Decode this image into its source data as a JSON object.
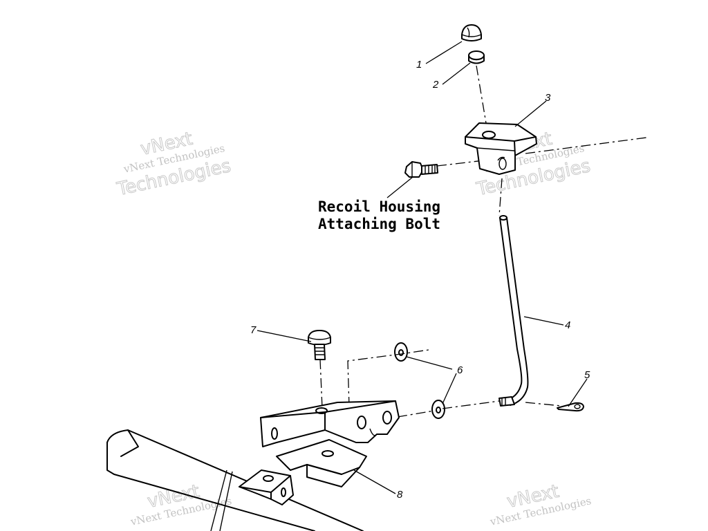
{
  "diagram": {
    "callouts": [
      "1",
      "2",
      "3",
      "4",
      "5",
      "6",
      "7",
      "8"
    ],
    "label_lines": [
      "Recoil Housing",
      "Attaching Bolt"
    ]
  },
  "watermark": {
    "line1": "vNext",
    "line2": "vNext Technologies",
    "line3": "Technologies"
  }
}
